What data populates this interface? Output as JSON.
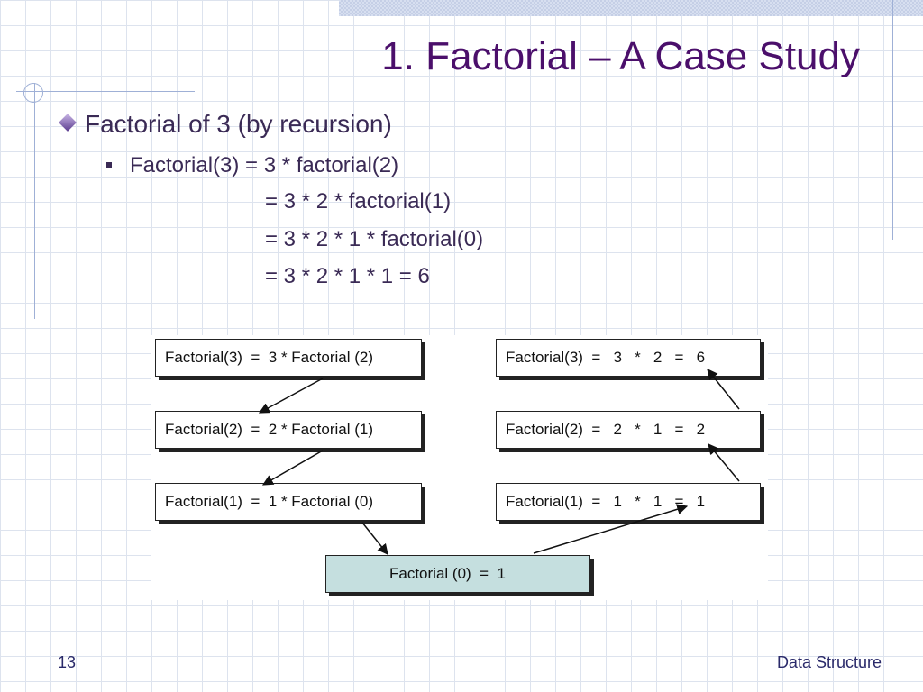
{
  "slide": {
    "title": "1. Factorial – A Case Study",
    "bullet1": "Factorial of 3 (by recursion)",
    "bullet2": "Factorial(3) = 3 * factorial(2)",
    "cont1": "= 3 * 2 * factorial(1)",
    "cont2": "= 3 * 2 * 1 * factorial(0)",
    "cont3": "= 3 * 2 * 1 * 1 = 6"
  },
  "figure": {
    "left_boxes": [
      "Factorial(3)  =  3 * Factorial (2)",
      "Factorial(2)  =  2 * Factorial (1)",
      "Factorial(1)  =  1 * Factorial (0)"
    ],
    "base_box": "Factorial (0)  =  1",
    "right_boxes": [
      "Factorial(3)  =   3   *   2   =   6",
      "Factorial(2)  =   2   *   1   =   2",
      "Factorial(1)  =   1   *   1   =   1"
    ]
  },
  "footer": {
    "page_number": "13",
    "course": "Data Structure"
  }
}
